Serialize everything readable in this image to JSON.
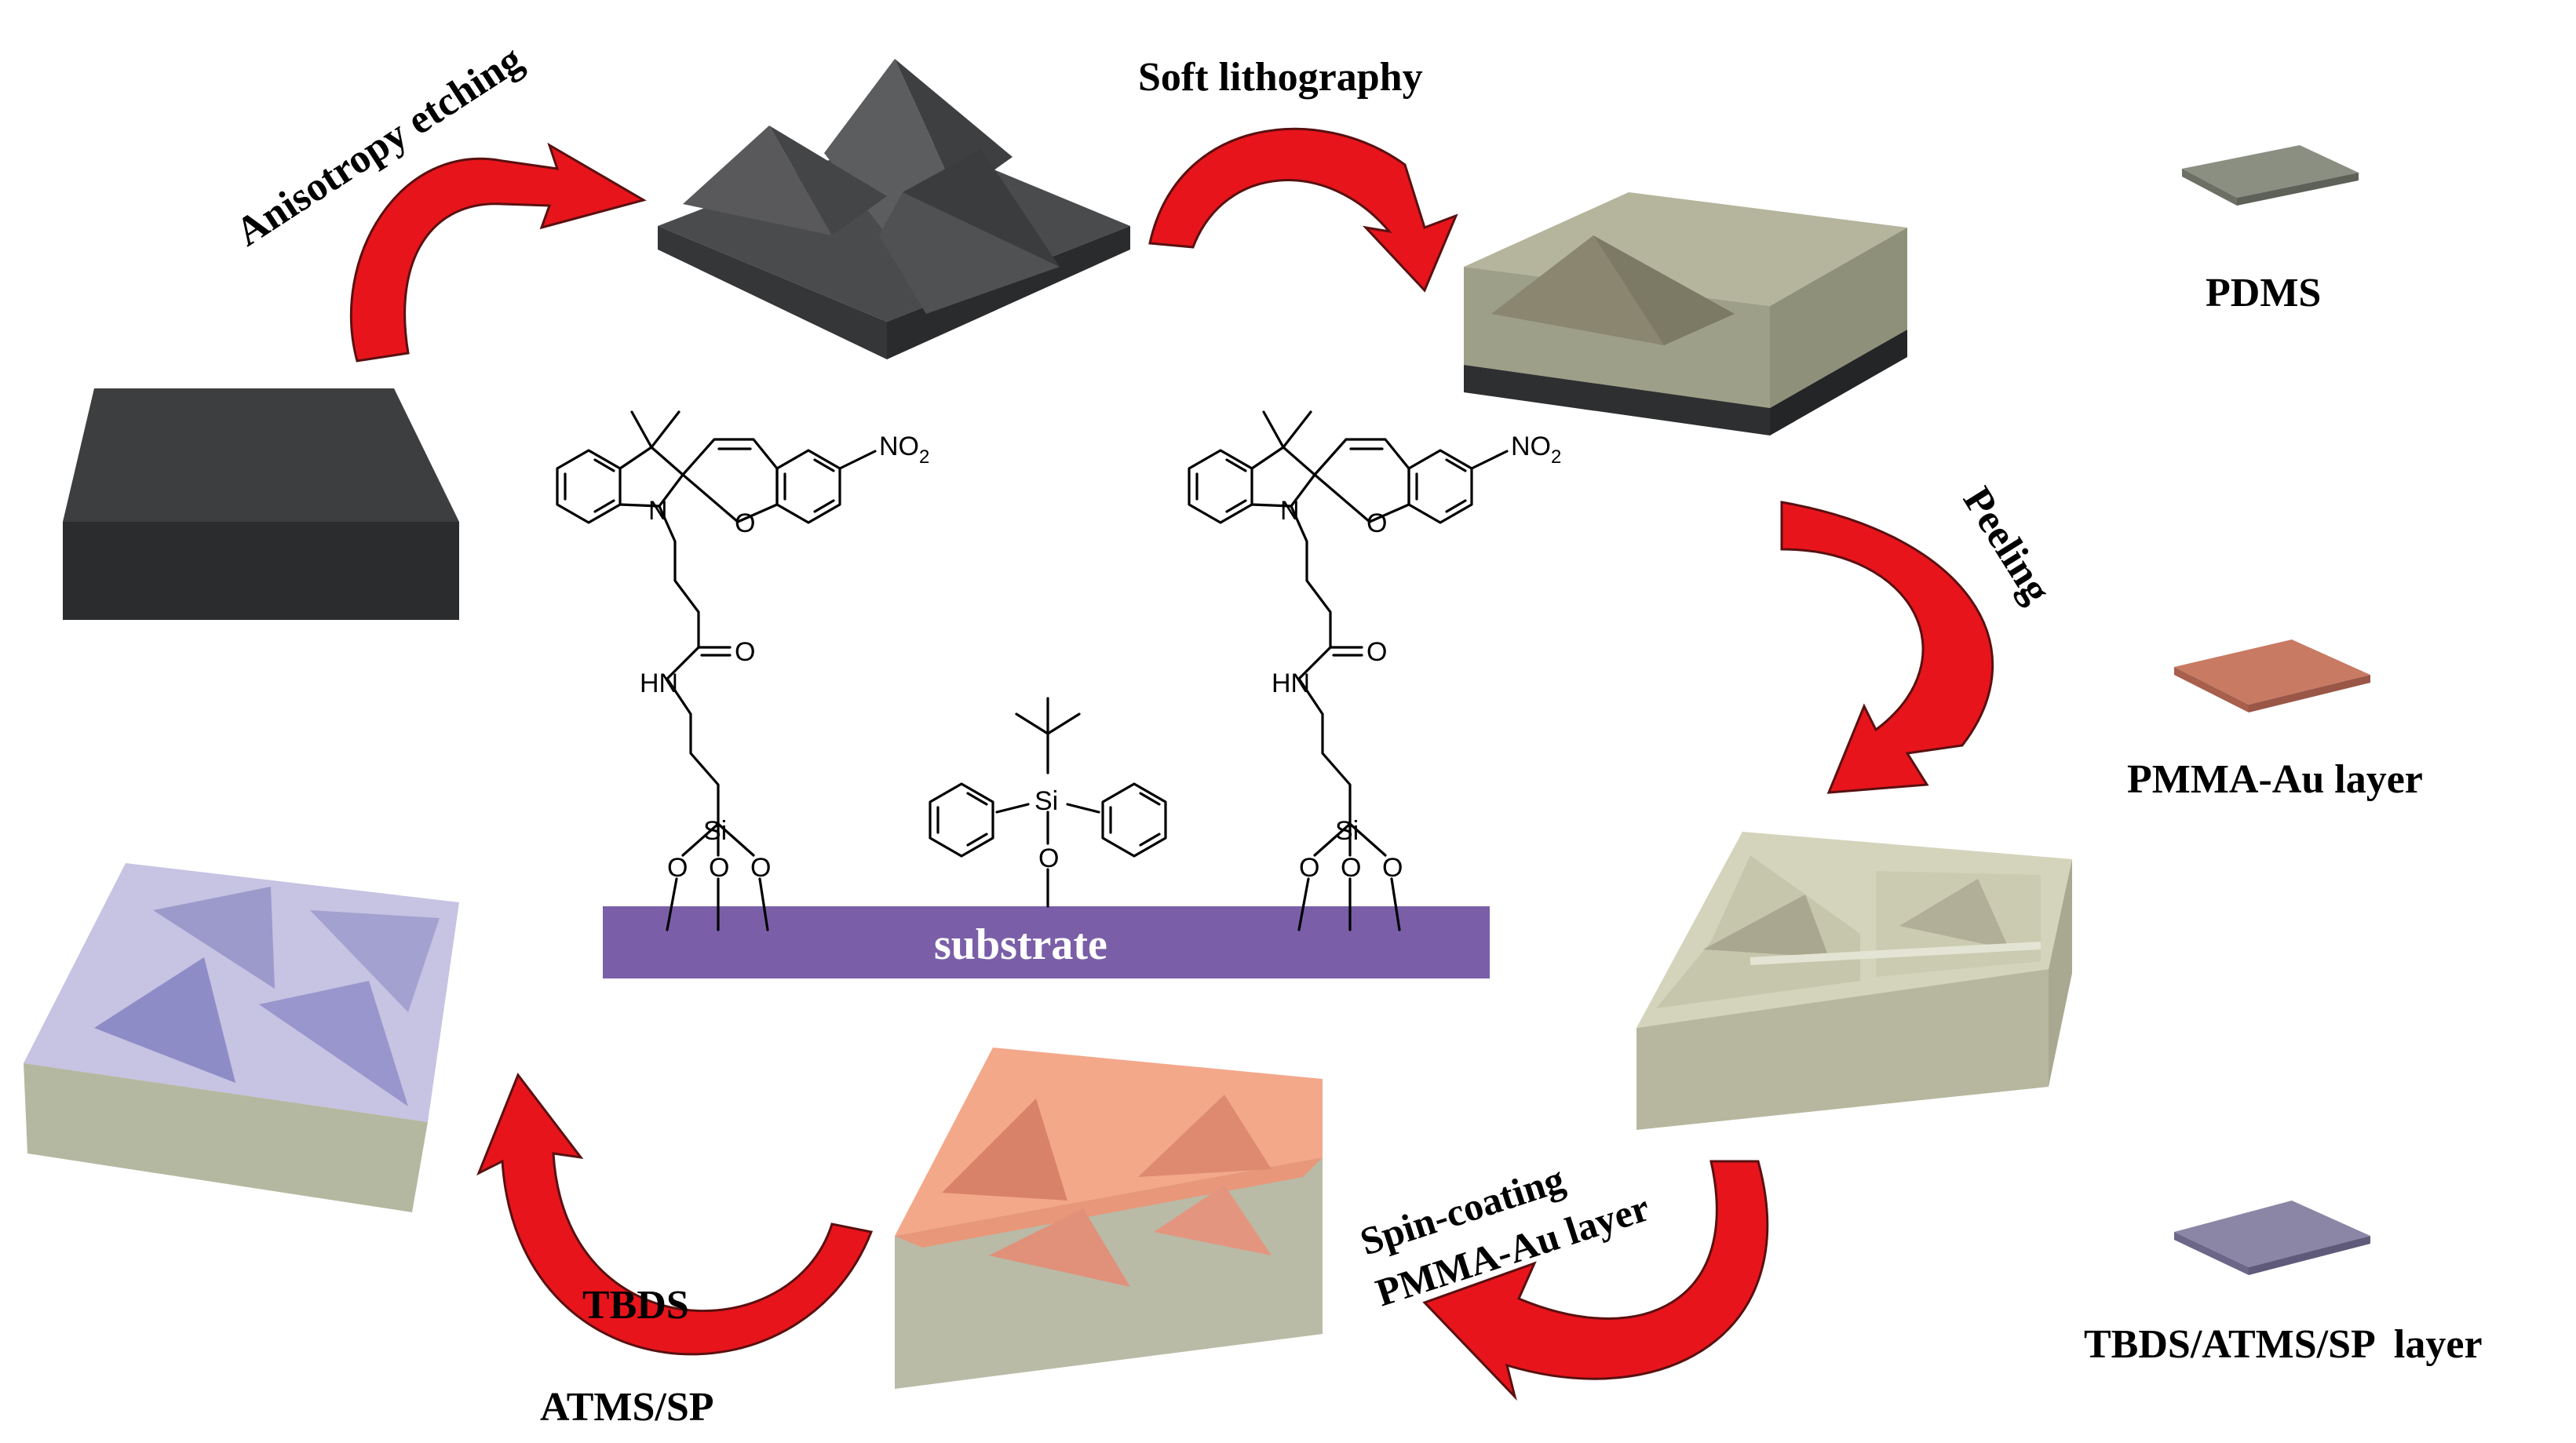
{
  "steps": {
    "anisotropy_etching": "Anisotropy etching",
    "soft_lithography": "Soft lithography",
    "peeling": "Peeling",
    "spin_coating_line1": "Spin-coating",
    "spin_coating_line2": "PMMA-Au layer",
    "tbds": "TBDS",
    "atms_sp": "ATMS/SP"
  },
  "legend": {
    "pdms": {
      "label": "PDMS",
      "color": "#8a8f82"
    },
    "pmma_au": {
      "label": "PMMA-Au layer",
      "color": "#c97a63"
    },
    "tbds_atms_sp": {
      "label": "TBDS/ATMS/SP  layer",
      "color": "#8b86a6"
    }
  },
  "chemistry": {
    "substrate": "substrate",
    "substrate_color": "#7a5fa8",
    "no2": "NO2",
    "n_atom": "N",
    "o_atom": "O",
    "hn": "HN",
    "carbonyl_o": "O",
    "si": "Si"
  },
  "colors": {
    "arrow": "#e8141c",
    "silicon": "#3a3b3c",
    "pdms_block": "#b0b29a",
    "coated_orange": "#f1a386",
    "coated_purple": "#c6c4e2"
  }
}
